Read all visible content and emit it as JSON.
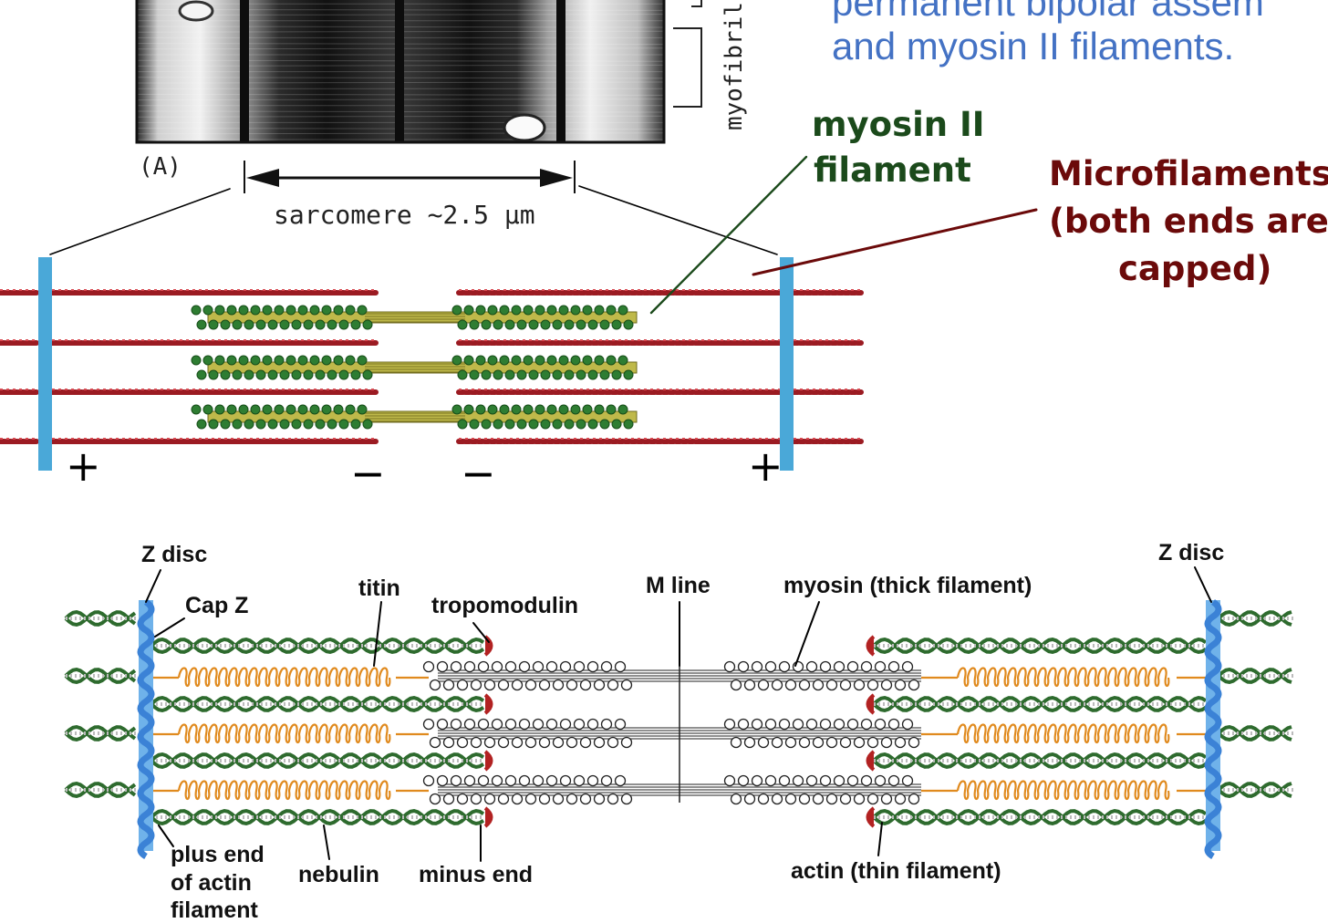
{
  "slide": {
    "line1": "permanent bipolar assem",
    "line2": "and myosin II filaments."
  },
  "micrograph": {
    "panel_label": "(A)",
    "side_label": "myofibril",
    "scale_label": "sarcomere ~2.5 µm"
  },
  "top_diagram": {
    "myosin_label_1": "myosin II",
    "myosin_label_2": "filament",
    "micro_label_1": "Microfilaments",
    "micro_label_2": "(both ends are",
    "micro_label_3": "capped)",
    "plus_left": "+",
    "minus_left": "−",
    "minus_right": "−",
    "plus_right": "+",
    "colors": {
      "z_disc": "#4aa8d8",
      "actin": "#9b1b22",
      "myosin_heads": "#2e7d32",
      "myosin_core": "#bfb94a",
      "myosin_label": "#1b4a1b",
      "micro_label": "#6b0a0a"
    }
  },
  "bottom_diagram": {
    "z_disc_left": "Z disc",
    "z_disc_right": "Z disc",
    "cap_z": "Cap Z",
    "titin": "titin",
    "tropomodulin": "tropomodulin",
    "m_line": "M line",
    "myosin": "myosin (thick filament)",
    "plus_end_1": "plus end",
    "plus_end_2": "of actin",
    "plus_end_3": "filament",
    "nebulin": "nebulin",
    "minus_end": "minus end",
    "actin": "actin (thin filament)",
    "colors": {
      "z_disc": "#3b82d6",
      "actin": "#2e6b2e",
      "titin": "#e08a1e",
      "tropomodulin": "#b22222"
    }
  }
}
